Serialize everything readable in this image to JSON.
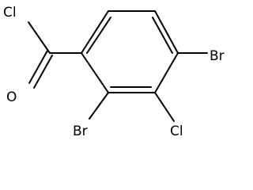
{
  "molecule": {
    "atoms": {
      "acyl_chlorine": "Cl",
      "carbonyl_oxygen": "O",
      "bromine_para": "Br",
      "bromine_ortho": "Br",
      "chlorine_meta": "Cl"
    }
  },
  "colors": {
    "background": "#ffffff",
    "ink": "#000000"
  }
}
